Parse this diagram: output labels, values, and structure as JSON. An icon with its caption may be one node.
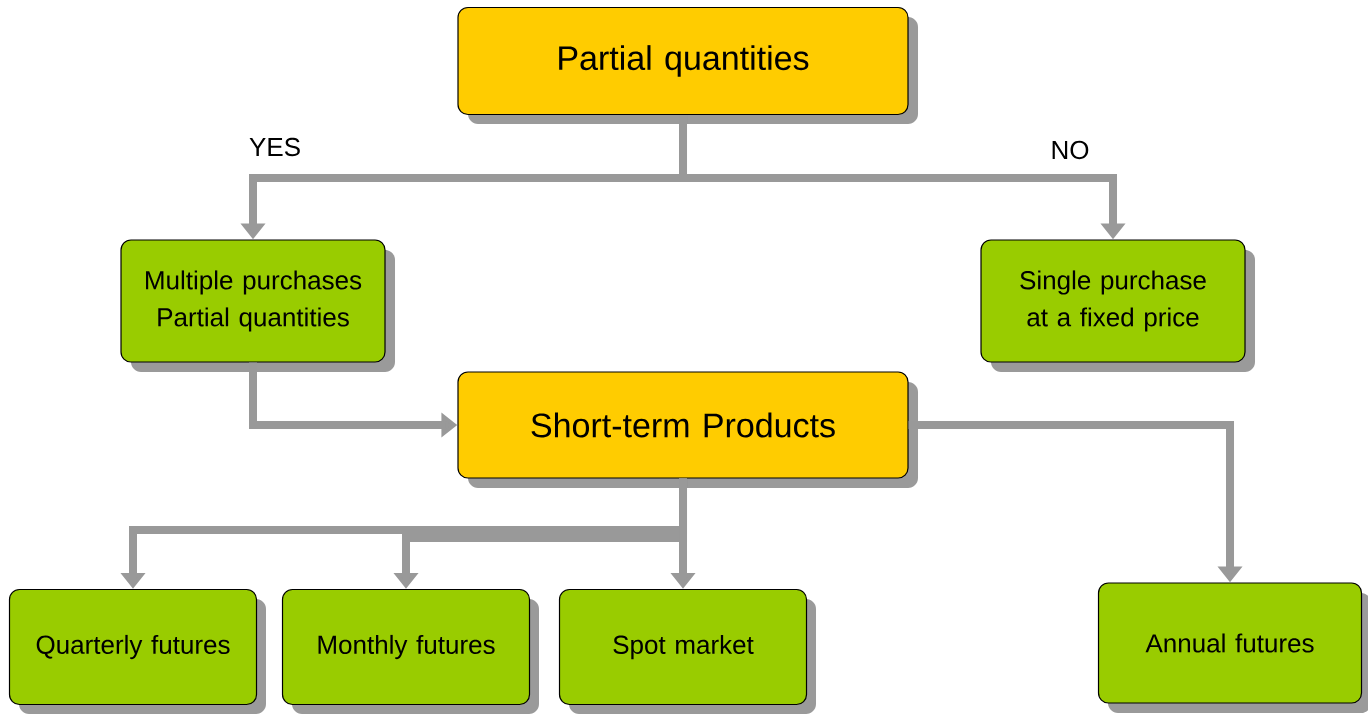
{
  "diagram": {
    "nodes": [
      {
        "text": [
          "Partial quantities"
        ]
      },
      {
        "text": [
          "Multiple purchases Partial quantities"
        ]
      },
      {
        "text": [
          "Single purchase at a fixed price"
        ]
      },
      {
        "text": [
          "Short-term Products"
        ]
      },
      {
        "text": [
          "Quarterly futures"
        ]
      },
      {
        "text": [
          "Monthly futures"
        ]
      },
      {
        "text": [
          "Spot market"
        ]
      },
      {
        "text": [
          "Annual futures"
        ]
      }
    ],
    "edges": [
      {
        "from": 0,
        "to": 1,
        "arrow": "to",
        "label": "YES"
      },
      {
        "from": 0,
        "to": 2,
        "arrow": "to",
        "label": "NO"
      },
      {
        "from": 1,
        "to": 3,
        "arrow": "to"
      },
      {
        "from": 3,
        "to": 4,
        "arrow": "to"
      },
      {
        "from": 3,
        "to": 5,
        "arrow": "to"
      },
      {
        "from": 3,
        "to": 6,
        "arrow": "to"
      },
      {
        "from": 3,
        "to": 7,
        "arrow": "to"
      }
    ]
  }
}
